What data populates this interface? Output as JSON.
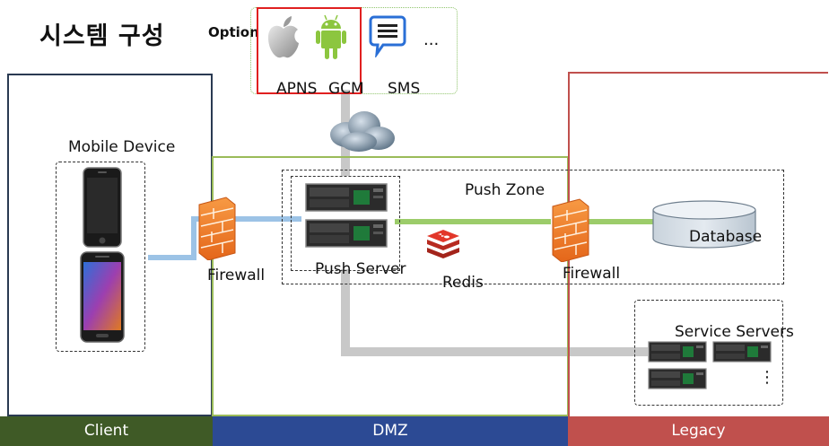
{
  "title": "시스템 구성",
  "option_label": "Option",
  "providers": {
    "apns": "APNS",
    "gcm": "GCM",
    "sms": "SMS",
    "more": "..."
  },
  "labels": {
    "mobile_device": "Mobile Device",
    "firewall_left": "Firewall",
    "push_zone": "Push Zone",
    "push_server": "Push Server",
    "redis": "Redis",
    "firewall_right": "Firewall",
    "database": "Database",
    "service_servers": "Service Servers",
    "service_more": "⋮"
  },
  "footer": {
    "client": "Client",
    "dmz": "DMZ",
    "legacy": "Legacy"
  },
  "colors": {
    "client": "#3f5a26",
    "dmz": "#2c4a94",
    "legacy": "#c0504d",
    "link_blue": "#9cc3e6",
    "link_green": "#9ccc6a",
    "link_gray": "#c8c8c8",
    "firewall": "#f07f2a",
    "redis": "#d82c20"
  }
}
